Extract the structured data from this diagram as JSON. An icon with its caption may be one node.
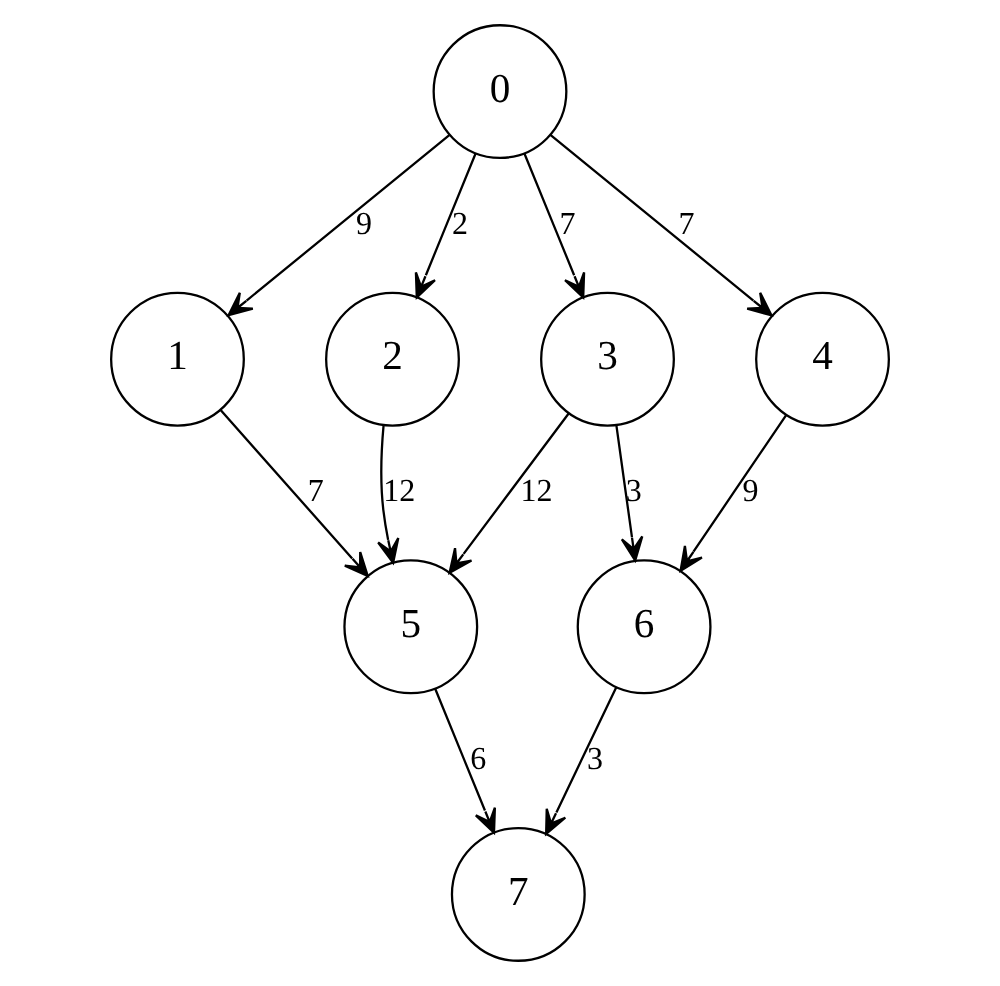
{
  "diagram": {
    "nodes": [
      {
        "text": [
          "0"
        ]
      },
      {
        "text": [
          "1"
        ]
      },
      {
        "text": [
          "2"
        ]
      },
      {
        "text": [
          "3"
        ]
      },
      {
        "text": [
          "4"
        ]
      },
      {
        "text": [
          "5"
        ]
      },
      {
        "text": [
          "6"
        ]
      },
      {
        "text": [
          "7"
        ]
      }
    ],
    "edges": [
      {
        "from": 0,
        "to": 1,
        "arrow": "to",
        "label": "9"
      },
      {
        "from": 0,
        "to": 2,
        "arrow": "to",
        "label": "2"
      },
      {
        "from": 0,
        "to": 3,
        "arrow": "to",
        "label": "7"
      },
      {
        "from": 0,
        "to": 4,
        "arrow": "to",
        "label": "7"
      },
      {
        "from": 1,
        "to": 5,
        "arrow": "to",
        "label": "7"
      },
      {
        "from": 2,
        "to": 5,
        "arrow": "to",
        "label": "12"
      },
      {
        "from": 3,
        "to": 5,
        "arrow": "to",
        "label": "12"
      },
      {
        "from": 3,
        "to": 6,
        "arrow": "to",
        "label": "3"
      },
      {
        "from": 4,
        "to": 6,
        "arrow": "to",
        "label": "9"
      },
      {
        "from": 5,
        "to": 7,
        "arrow": "to",
        "label": "6"
      },
      {
        "from": 6,
        "to": 7,
        "arrow": "to",
        "label": "3"
      }
    ]
  }
}
